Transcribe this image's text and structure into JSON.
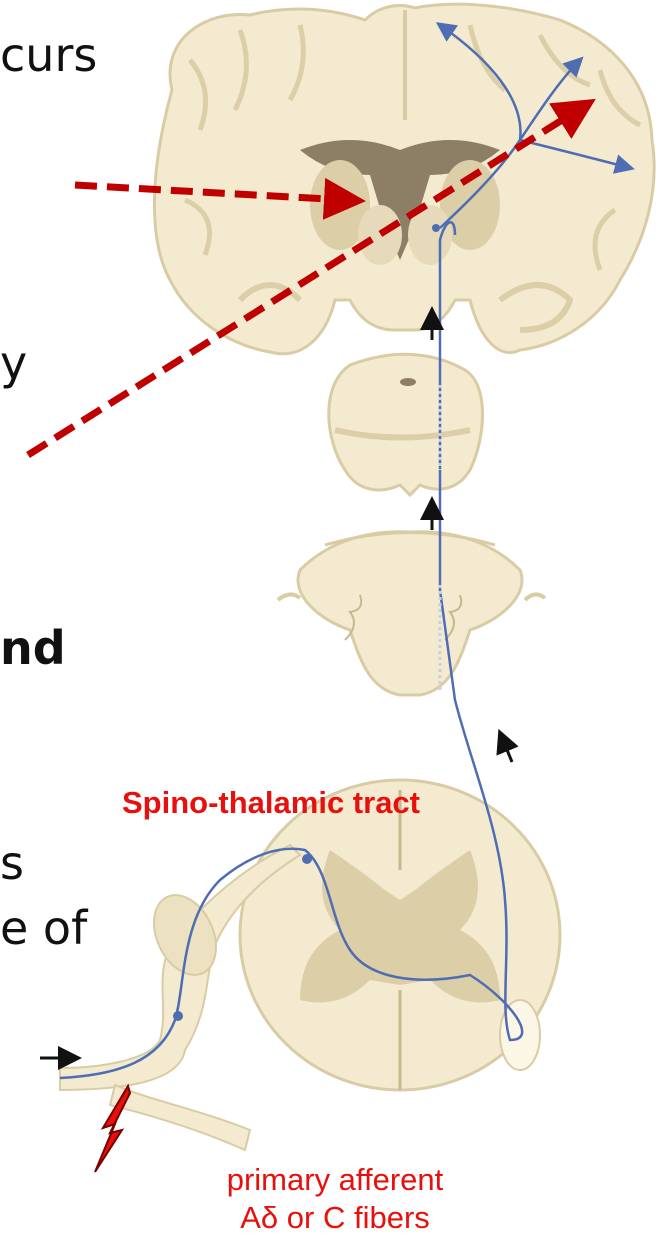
{
  "slide_fragments": {
    "line1": "curs",
    "line2": "y",
    "line3": "nd",
    "line4": "s",
    "line5": "e of"
  },
  "labels": {
    "tract": "Spino-thalamic tract",
    "afferent_line1": "primary afferent",
    "afferent_line2": "Aδ or C fibers"
  },
  "colors": {
    "tissue": "#f3ead0",
    "tissue_edge": "#d9cca4",
    "grey_matter": "#dccfa8",
    "ventricle": "#8c7f66",
    "pathway": "#4f6db3",
    "arrow_red": "#c00000",
    "label_red": "#e8100c"
  }
}
